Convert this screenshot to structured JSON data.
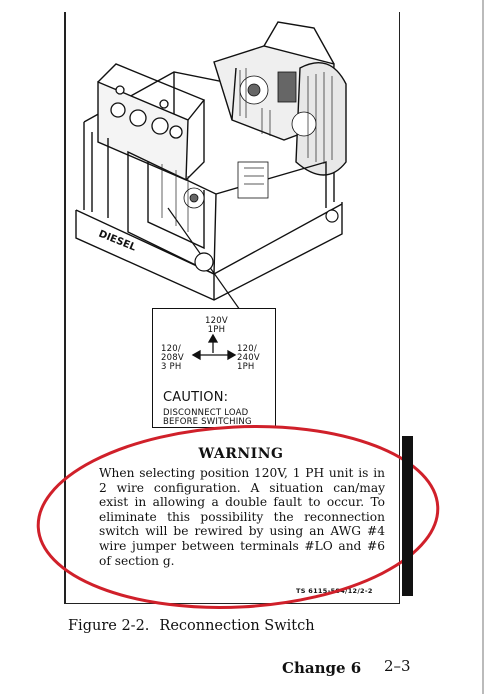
{
  "figure": {
    "caption_number": "Figure 2-2.",
    "caption_title": "Reconnection Switch",
    "image_code": "TS 6115-584/12/2-2",
    "brand_marking": "DIESEL"
  },
  "switch_plate": {
    "top_position": "120V\n1PH",
    "left_position": "120/\n208V\n3 PH",
    "right_position": "120/\n240V\n1PH",
    "caution_title": "CAUTION:",
    "caution_text": "DISCONNECT LOAD\nBEFORE SWITCHING"
  },
  "warning": {
    "title": "WARNING",
    "body": "When selecting position 120V, 1 PH unit is in 2 wire configuration. A situation can/may exist in allowing a double fault to occur. To eliminate this possibility the reconnection switch will be rewired by using an AWG #4 wire jumper between terminals #LO and #6 of section g."
  },
  "footer": {
    "change": "Change 6",
    "page": "2–3"
  },
  "colors": {
    "annotation_ellipse": "#d0202a",
    "ink": "#111111"
  }
}
